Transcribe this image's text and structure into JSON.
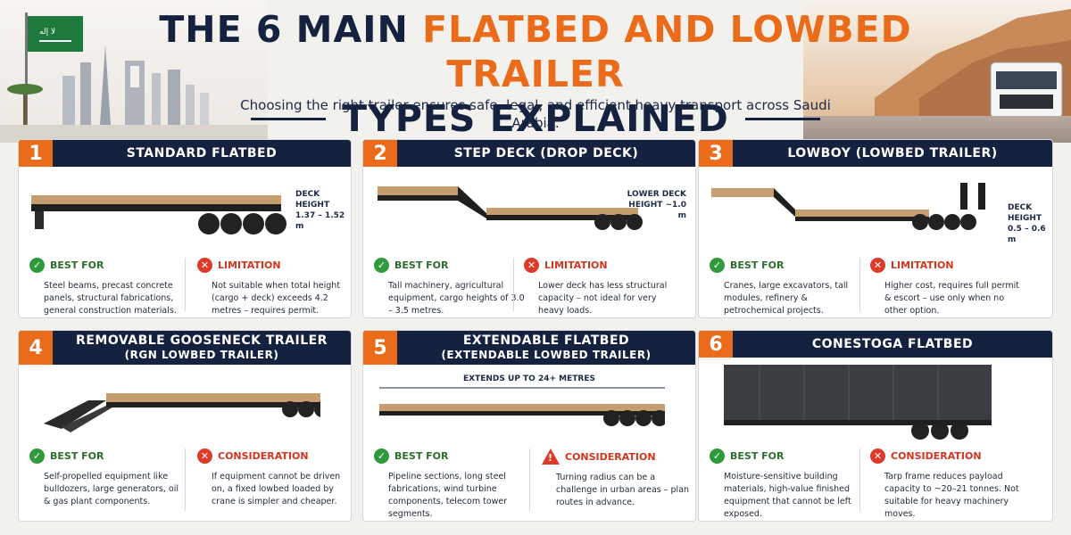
{
  "header": {
    "title_part1": "THE 6 MAIN ",
    "title_accent": "FLATBED AND LOWBED TRAILER",
    "title_line2": "TYPES EXPLAINED",
    "subtitle": "Choosing the right trailer ensures safe, legal, and efficient heavy transport across Saudi Arabia."
  },
  "colors": {
    "navy": "#15223f",
    "orange": "#ea6c1a",
    "green": "#2f9a3c",
    "red": "#de3a2a"
  },
  "cards": [
    {
      "number": "1",
      "title": "STANDARD FLATBED",
      "subtitle": "",
      "spec": "DECK HEIGHT 1.37 – 1.52 m",
      "best_label": "BEST FOR",
      "best_text": "Steel beams, precast concrete panels, structural fabrications, general construction materials.",
      "limit_label": "LIMITATION",
      "limit_text": "Not suitable when total height (cargo + deck) exceeds 4.2 metres – requires permit."
    },
    {
      "number": "2",
      "title": "STEP DECK (DROP DECK)",
      "subtitle": "",
      "spec": "LOWER DECK HEIGHT ~1.0 m",
      "best_label": "BEST FOR",
      "best_text": "Tall machinery, agricultural equipment, cargo heights of 3.0 – 3.5 metres.",
      "limit_label": "LIMITATION",
      "limit_text": "Lower deck has less structural capacity – not ideal for very heavy loads."
    },
    {
      "number": "3",
      "title": "LOWBOY (LOWBED TRAILER)",
      "subtitle": "",
      "spec": "DECK HEIGHT 0.5 – 0.6 m",
      "best_label": "BEST FOR",
      "best_text": "Cranes, large excavators, tall modules, refinery & petrochemical projects.",
      "limit_label": "LIMITATION",
      "limit_text": "Higher cost, requires full permit & escort – use only when no other option."
    },
    {
      "number": "4",
      "title": "REMOVABLE GOOSENECK TRAILER",
      "subtitle": "(RGN LOWBED TRAILER)",
      "spec": "",
      "best_label": "BEST FOR",
      "best_text": "Self-propelled equipment like bulldozers, large generators, oil & gas plant components.",
      "limit_label": "CONSIDERATION",
      "limit_text": "If equipment cannot be driven on, a fixed lowbed loaded by crane is simpler and cheaper."
    },
    {
      "number": "5",
      "title": "EXTENDABLE FLATBED",
      "subtitle": "(EXTENDABLE LOWBED TRAILER)",
      "spec": "EXTENDS UP TO 24+ METRES",
      "best_label": "BEST FOR",
      "best_text": "Pipeline sections, long steel fabrications, wind turbine components, telecom tower segments.",
      "limit_label": "CONSIDERATION",
      "limit_text": "Turning radius can be a challenge in urban areas – plan routes in advance."
    },
    {
      "number": "6",
      "title": "CONESTOGA FLATBED",
      "subtitle": "",
      "spec": "",
      "best_label": "BEST FOR",
      "best_text": "Moisture-sensitive building materials, high-value finished equipment that cannot be left exposed.",
      "limit_label": "CONSIDERATION",
      "limit_text": "Tarp frame reduces payload capacity to ~20–21 tonnes. Not suitable for heavy machinery moves."
    }
  ]
}
